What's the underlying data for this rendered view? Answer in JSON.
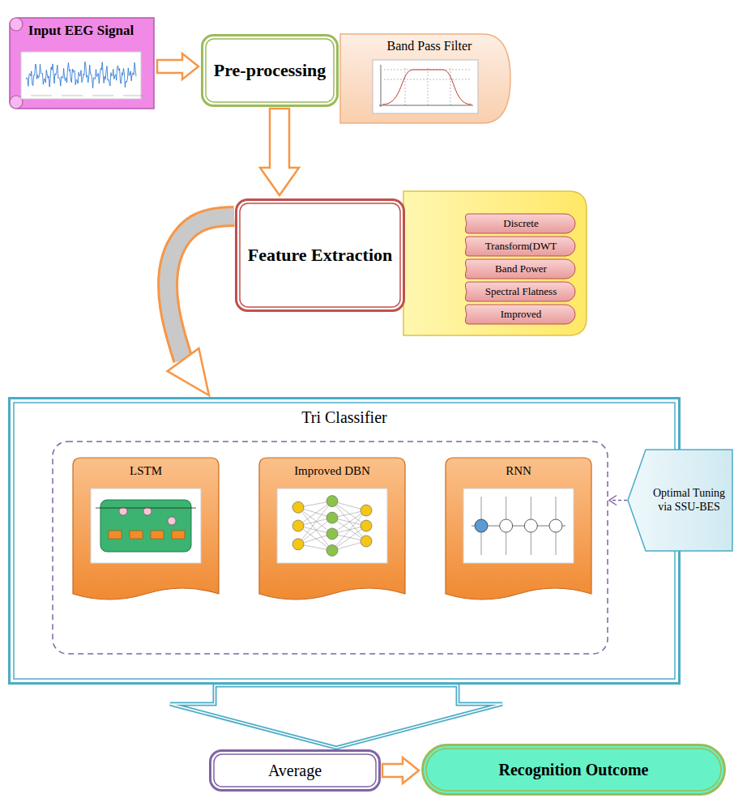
{
  "diagram": {
    "nodes": [
      {
        "text": [
          "Input EEG Signal"
        ]
      },
      {
        "text": [
          "Pre-processing"
        ]
      },
      {
        "text": [
          "Band Pass Filter"
        ]
      },
      {
        "text": [
          "Feature Extraction"
        ]
      },
      {
        "text": [
          "Discrete"
        ]
      },
      {
        "text": [
          "Transform(DWT"
        ]
      },
      {
        "text": [
          "Band Power"
        ]
      },
      {
        "text": [
          "Spectral Flatness"
        ]
      },
      {
        "text": [
          "Improved"
        ]
      },
      {
        "text": [
          "Tri Classifier"
        ]
      },
      {
        "text": [
          "LSTM"
        ],
        "in": 9
      },
      {
        "text": [
          "Improved DBN"
        ],
        "in": 9
      },
      {
        "text": [
          "RNN"
        ],
        "in": 9
      },
      {
        "text": [
          "Optimal Tuning via SSU-BES"
        ]
      },
      {
        "text": [
          "Average"
        ]
      },
      {
        "text": [
          "Recognition Outcome"
        ]
      }
    ],
    "edges": [
      {
        "from": 0,
        "to": 1,
        "arrow": "to"
      },
      {
        "from": 1,
        "to": 3,
        "arrow": "to"
      },
      {
        "from": 3,
        "to": 9,
        "arrow": "to"
      },
      {
        "from": 9,
        "to": 14,
        "arrow": "to"
      },
      {
        "from": 14,
        "to": 15,
        "arrow": "to"
      },
      {
        "from": 13,
        "to": 9,
        "arrow": "to"
      }
    ]
  }
}
